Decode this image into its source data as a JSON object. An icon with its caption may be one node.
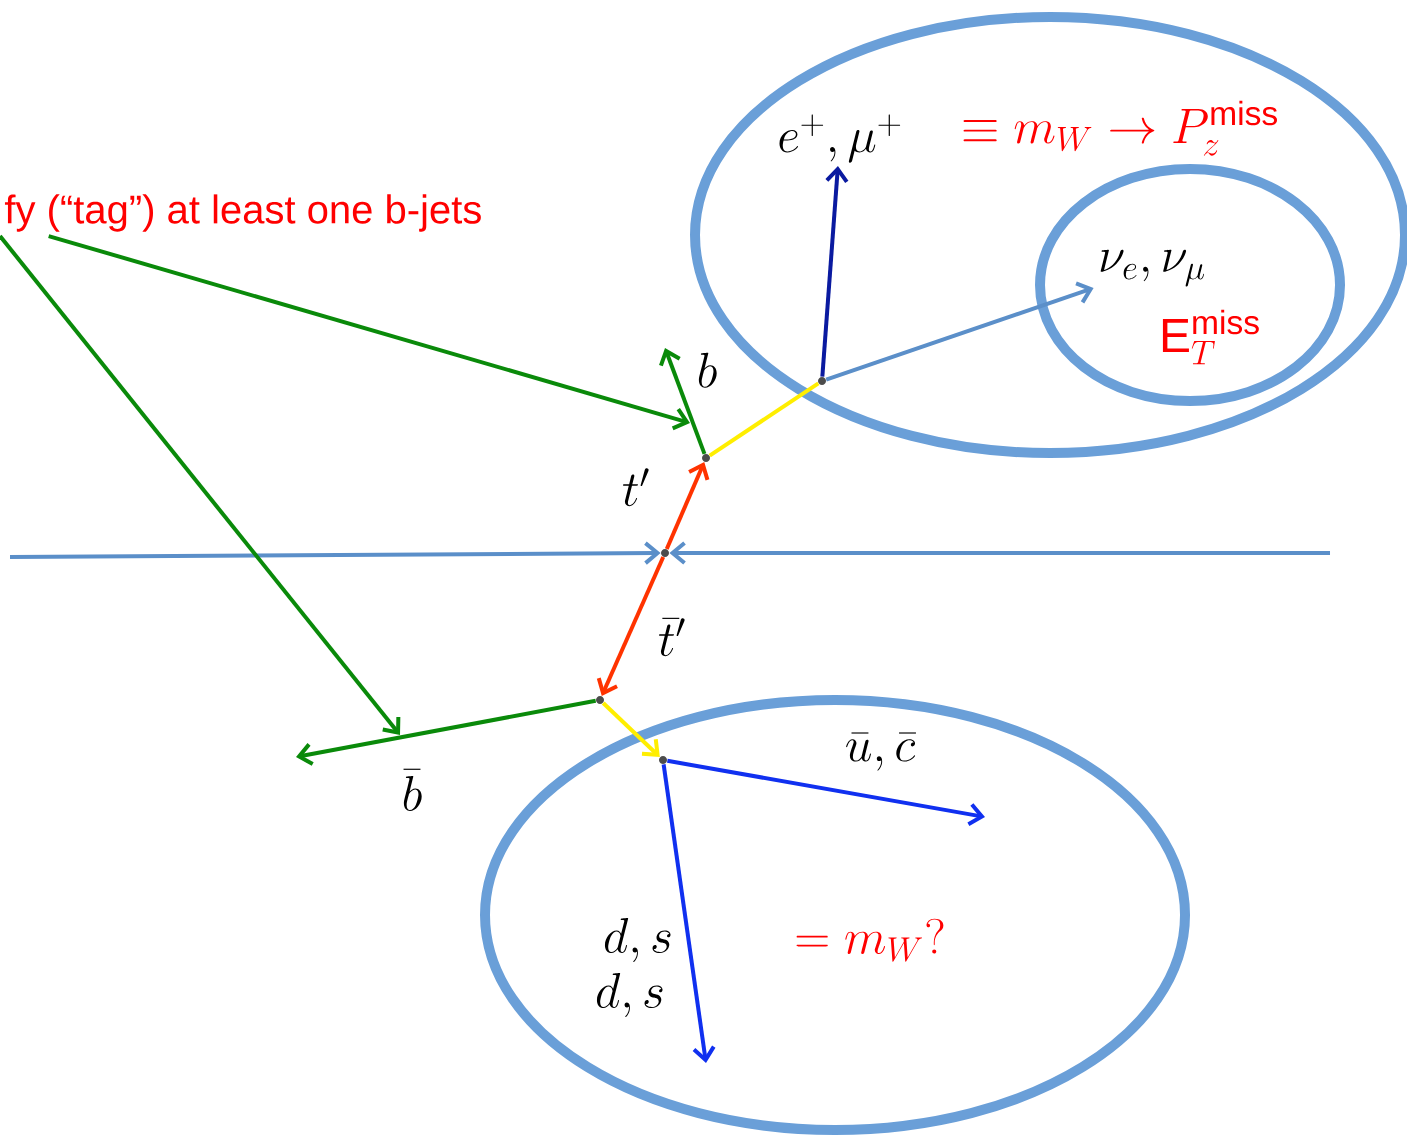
{
  "diagram": {
    "nodes": [
      {
        "text": [
          "fy (“tag”) at least one b-jets"
        ]
      },
      {
        "text": [
          "\\equiv m_W \\to P_z^{\\mathrm{miss}}"
        ]
      },
      {
        "text": [
          "e^+, \\mu^+"
        ],
        "in": 1
      },
      {
        "text": [
          "\\mathrm{E}_T^{\\mathrm{miss}}"
        ],
        "in": 1
      },
      {
        "text": [
          "\\nu_e, \\nu_\\mu"
        ],
        "in": 3
      },
      {
        "text": [
          "= m_W ?"
        ]
      },
      {
        "text": [],
        "shape": "point"
      },
      {
        "text": [],
        "shape": "point"
      },
      {
        "text": [],
        "shape": "point"
      },
      {
        "text": [],
        "shape": "point",
        "in": 1
      },
      {
        "text": [],
        "shape": "point",
        "in": 5
      }
    ],
    "edges": [
      {
        "from": null,
        "to": 6,
        "arrow": "to",
        "color": "#5b8fc9"
      },
      {
        "from": null,
        "to": 6,
        "arrow": "to",
        "color": "#5b8fc9"
      },
      {
        "from": 6,
        "to": 7,
        "arrow": "to",
        "label": "t'",
        "color": "#ff3300"
      },
      {
        "from": 6,
        "to": 8,
        "arrow": "to",
        "label": "\\bar{t}'",
        "color": "#ff3300"
      },
      {
        "from": 7,
        "to": null,
        "arrow": "to",
        "label": "b",
        "color": "#0a8a0a"
      },
      {
        "from": 7,
        "to": 9,
        "arrow": "none",
        "color": "#ffee00"
      },
      {
        "from": 9,
        "to": 2,
        "arrow": "to",
        "color": "#0a1aa0"
      },
      {
        "from": 9,
        "to": 4,
        "arrow": "to",
        "color": "#5b8fc9"
      },
      {
        "from": 8,
        "to": null,
        "arrow": "to",
        "label": "\\bar{b}",
        "color": "#0a8a0a"
      },
      {
        "from": 8,
        "to": 10,
        "arrow": "to",
        "color": "#ffee00"
      },
      {
        "from": 10,
        "to": null,
        "arrow": "to",
        "label": "\\bar{u}, \\bar{c}",
        "color": "#1030f0"
      },
      {
        "from": 10,
        "to": null,
        "arrow": "to",
        "label": "d, s",
        "color": "#1030f0"
      },
      {
        "from": 0,
        "to": null,
        "arrow": "to",
        "color": "#0a8a0a"
      },
      {
        "from": 0,
        "to": null,
        "arrow": "to",
        "color": "#0a8a0a"
      }
    ],
    "labels": [
      "d, s"
    ]
  }
}
